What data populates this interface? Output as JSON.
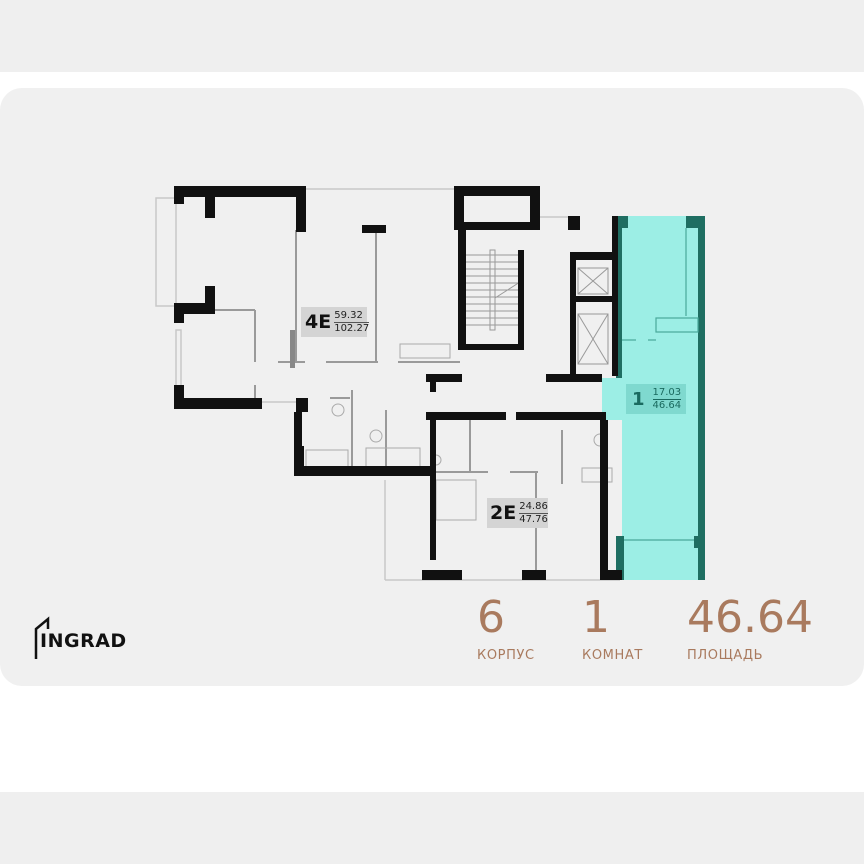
{
  "plan": {
    "apartments": [
      {
        "code": "4E",
        "living_area": "59.32",
        "total_area": "102.27",
        "selected": false
      },
      {
        "code": "2E",
        "living_area": "24.86",
        "total_area": "47.76",
        "selected": false
      },
      {
        "code": "1",
        "living_area": "17.03",
        "total_area": "46.64",
        "selected": true
      }
    ],
    "highlight_color": "#9ceee5",
    "highlight_wall_color": "#1f6e62"
  },
  "brand": {
    "logo_text": "INGRAD"
  },
  "stats": {
    "building": {
      "value": "6",
      "label": "КОРПУС"
    },
    "rooms": {
      "value": "1",
      "label": "КОМНАТ"
    },
    "area": {
      "value": "46.64",
      "label": "ПЛОЩАДЬ"
    }
  },
  "colors": {
    "accent": "#a97a5e",
    "card_bg": "#f0f0f0"
  }
}
